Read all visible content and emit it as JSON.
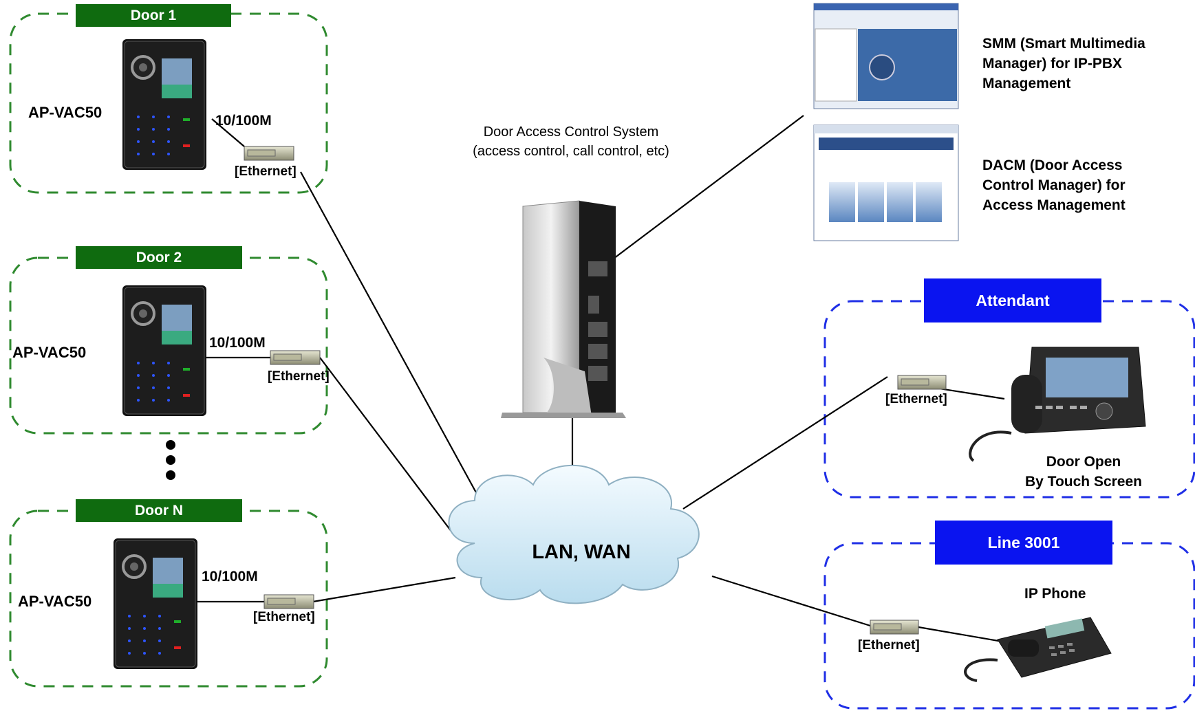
{
  "doors": [
    {
      "label": "Door 1",
      "device": "AP-VAC50",
      "speed": "10/100M",
      "ethernet": "[Ethernet]"
    },
    {
      "label": "Door 2",
      "device": "AP-VAC50",
      "speed": "10/100M",
      "ethernet": "[Ethernet]"
    },
    {
      "label": "Door N",
      "device": "AP-VAC50",
      "speed": "10/100M",
      "ethernet": "[Ethernet]"
    }
  ],
  "server": {
    "line1": "Door Access Control System",
    "line2": "(access control, call control, etc)"
  },
  "cloud": {
    "label": "LAN, WAN"
  },
  "apps": {
    "smm": {
      "line1": "SMM (Smart Multimedia",
      "line2": "Manager) for IP-PBX",
      "line3": "Management"
    },
    "dacm": {
      "line1": "DACM (Door Access",
      "line2": "Control Manager) for",
      "line3": "Access Management"
    }
  },
  "attendant": {
    "label": "Attendant",
    "ethernet": "[Ethernet]",
    "caption1": "Door Open",
    "caption2": "By Touch Screen"
  },
  "line3001": {
    "label": "Line 3001",
    "device": "IP Phone",
    "ethernet": "[Ethernet]"
  },
  "colors": {
    "door_green": "#0f6b0f",
    "zone_blue": "#0a14f0",
    "cloud": "#dbeef7"
  }
}
